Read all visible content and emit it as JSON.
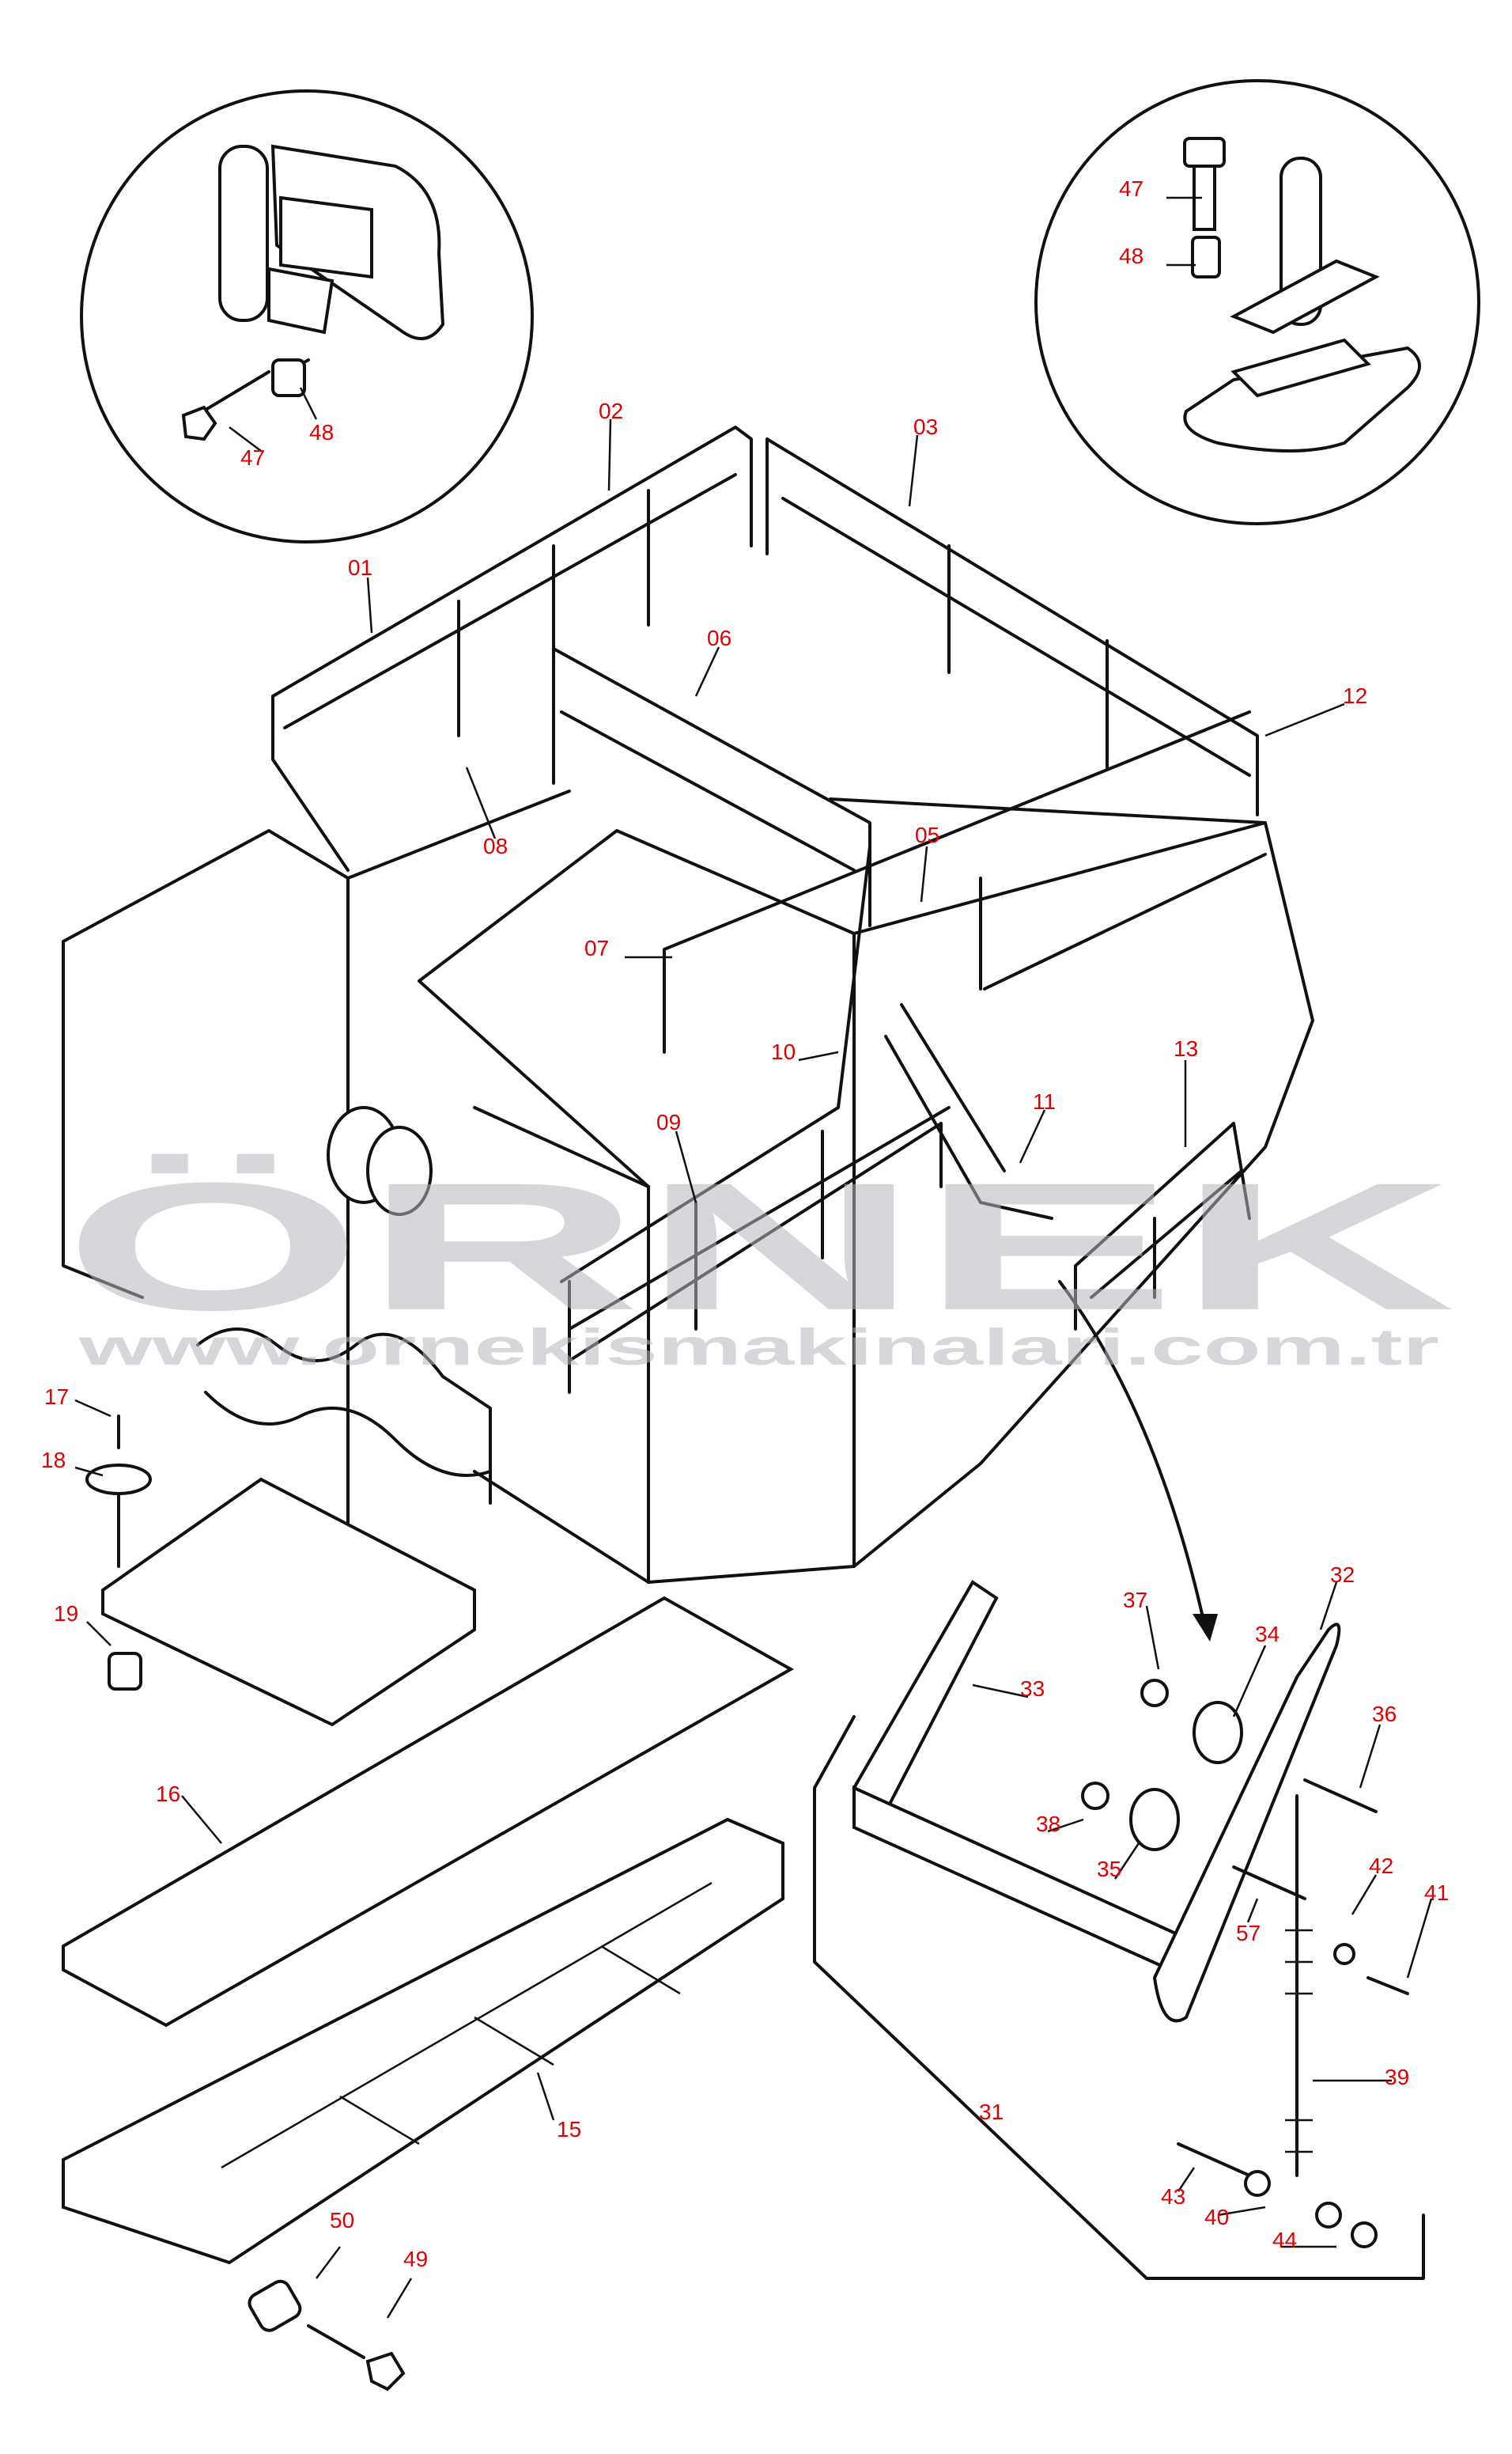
{
  "watermark": {
    "brand": "ÖRNEK",
    "url": "www.ornekismakinalari.com.tr"
  },
  "colors": {
    "label": "#e00000",
    "line": "#111111",
    "watermark": "#b9b6bd",
    "accent": "#f5d36a"
  },
  "callouts": {
    "p01": "01",
    "p02": "02",
    "p03": "03",
    "p05": "05",
    "p06": "06",
    "p07": "07",
    "p08": "08",
    "p09": "09",
    "p10": "10",
    "p11": "11",
    "p12": "12",
    "p13": "13",
    "p15": "15",
    "p16": "16",
    "p17": "17",
    "p18": "18",
    "p19": "19",
    "p31": "31",
    "p32": "32",
    "p33": "33",
    "p34": "34",
    "p35": "35",
    "p36": "36",
    "p37": "37",
    "p38": "38",
    "p39": "39",
    "p40": "40",
    "p41": "41",
    "p42": "42",
    "p43": "43",
    "p44": "44",
    "p47a": "47",
    "p48a": "48",
    "p47b": "47",
    "p48b": "48",
    "p49": "49",
    "p50": "50",
    "p57": "57"
  }
}
